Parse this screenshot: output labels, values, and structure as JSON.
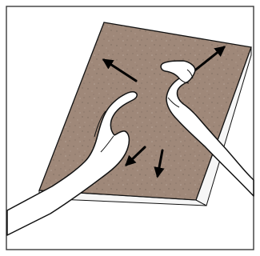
{
  "colors": {
    "background": "#ffffff",
    "frame": "#3a3a3a",
    "panel_fill": "#9f8879",
    "panel_speckle": "#7d6b5f",
    "panel_speckle_light": "#b7a498",
    "panel_edge": "#f6f6f6",
    "outline": "#111111",
    "hand_fill": "#ffffff",
    "arrow": "#000000"
  },
  "illustration": {
    "panel": "textured-board-panel",
    "left_hand": "left-hand-pressing",
    "right_hand": "right-hand-pressing",
    "arrows": [
      {
        "name": "arrow-up-left",
        "direction": "up-left"
      },
      {
        "name": "arrow-up-right",
        "direction": "up-right"
      },
      {
        "name": "arrow-down-left",
        "direction": "down-left"
      },
      {
        "name": "arrow-down",
        "direction": "down"
      }
    ]
  }
}
